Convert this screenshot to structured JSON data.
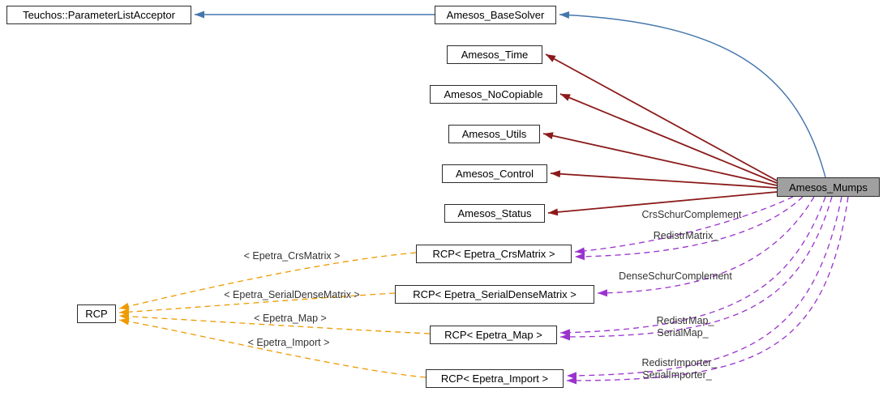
{
  "diagram": {
    "kind": "doxygen-collaboration-diagram",
    "nodes": {
      "parameter_list_acceptor": {
        "label": "Teuchos::ParameterListAcceptor"
      },
      "base_solver": {
        "label": "Amesos_BaseSolver"
      },
      "time": {
        "label": "Amesos_Time"
      },
      "no_copiable": {
        "label": "Amesos_NoCopiable"
      },
      "utils": {
        "label": "Amesos_Utils"
      },
      "control": {
        "label": "Amesos_Control"
      },
      "status": {
        "label": "Amesos_Status"
      },
      "rcp_crsmatrix": {
        "label": "RCP< Epetra_CrsMatrix >"
      },
      "rcp_serialdensematrix": {
        "label": "RCP< Epetra_SerialDenseMatrix >"
      },
      "rcp_map": {
        "label": "RCP< Epetra_Map >"
      },
      "rcp_import": {
        "label": "RCP< Epetra_Import >"
      },
      "rcp": {
        "label": "RCP"
      },
      "mumps": {
        "label": "Amesos_Mumps"
      }
    },
    "edge_labels": {
      "crs_schur": "CrsSchurComplement",
      "redistr_matrix": "RedistrMatrix_",
      "dense_schur": "DenseSchurComplement",
      "redistr_map": "RedistrMap_",
      "serial_map": "SerialMap_",
      "redistr_importer": "RedistrImporter_",
      "serial_importer": "SerialImporter_",
      "tpl_crsmatrix": "< Epetra_CrsMatrix >",
      "tpl_serialdensematrix": "< Epetra_SerialDenseMatrix >",
      "tpl_map": "< Epetra_Map >",
      "tpl_import": "< Epetra_Import >"
    },
    "colors": {
      "public_inheritance": "#4576ab",
      "private_inheritance": "#8b1a1a",
      "usage_member": "#9a32cd",
      "template_relation": "#ee9a00",
      "node_background": "#ffffff",
      "node_border": "#2b2b2b",
      "highlight_node_background": "#a0a0a0",
      "edge_label_text": "#333333"
    }
  }
}
